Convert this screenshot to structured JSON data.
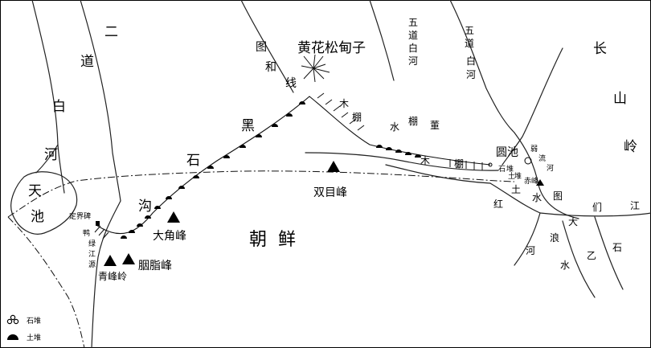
{
  "colors": {
    "ink": "#000000",
    "paper": "#ffffff"
  },
  "chart_data": {
    "type": "map",
    "labels": {
      "er_dao_bai_he": [
        "二",
        "道",
        "白",
        "河"
      ],
      "tian_chi": [
        "天",
        "池"
      ],
      "huang_hua_song": "黄花松甸子",
      "tu_he_xian": [
        "图",
        "和",
        "线"
      ],
      "wu_dao_bai_he_1": [
        "五",
        "道",
        "白",
        "河"
      ],
      "wu_dao_bai_he_2": [
        "五",
        "道",
        "白",
        "河"
      ],
      "chang_shan_ling": [
        "长",
        "山",
        "岭"
      ],
      "hei_shi_gou": [
        "黑",
        "石",
        "沟"
      ],
      "mu_zha_1": [
        "木",
        "棚"
      ],
      "shui_zha_dong": [
        "水",
        "棚",
        "董"
      ],
      "mu_zha_2": [
        "木",
        "棚"
      ],
      "yuan_chi": "圆池",
      "ruo_liu_he": [
        "弱",
        "流",
        "河"
      ],
      "shuang_mu_feng": "双目峰",
      "ding_jie_bei": "定界碑",
      "ya_lv_jiang_yuan": [
        "鸭",
        "绿",
        "江",
        "源"
      ],
      "da_jiao_feng": "大角峰",
      "chao_xian": "朝  鲜",
      "yan_zhi_feng": "胭脂峰",
      "qing_feng_ling": "青峰岭",
      "small_marks": [
        "石",
        "堆",
        "土",
        "堆"
      ],
      "chi_feng": "赤峰",
      "hong_tu_shui": [
        "红",
        "土",
        "水"
      ],
      "tu_men_jiang": [
        "图",
        "们",
        "江"
      ],
      "da_lang_he": [
        "大",
        "浪",
        "河"
      ],
      "shi_yi_shui": [
        "石",
        "乙",
        "水"
      ]
    },
    "legend": [
      {
        "symbol": "stone-pile",
        "label": "石堆"
      },
      {
        "symbol": "earth-mound",
        "label": "土堆"
      }
    ]
  }
}
